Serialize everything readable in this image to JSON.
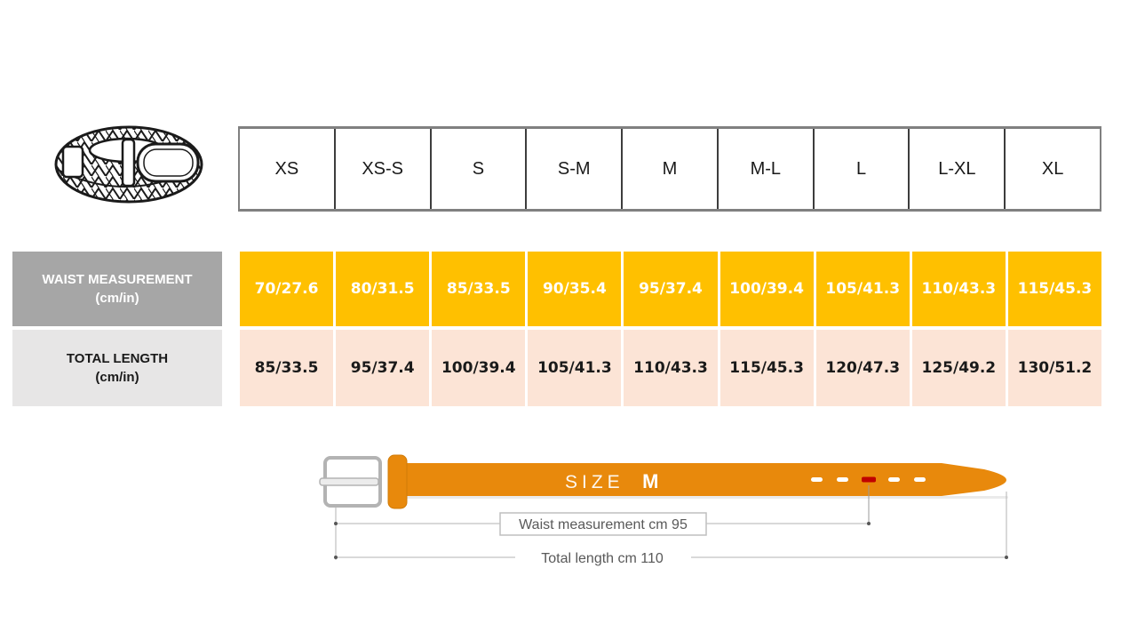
{
  "colors": {
    "waist_row_yellow": "#FFC000",
    "total_row_peach": "#FCE4D6",
    "waist_label_gray": "#A6A6A6",
    "total_label_light_gray": "#E7E6E6",
    "belt_orange": "#E8890C",
    "center_hole_red": "#C00000"
  },
  "chart_data": {
    "type": "table",
    "title": "",
    "columns": [
      "XS",
      "XS-S",
      "S",
      "S-M",
      "M",
      "M-L",
      "L",
      "L-XL",
      "XL"
    ],
    "rows": [
      {
        "label": "WAIST MEASUREMENT",
        "unit": "(cm/in)",
        "values": [
          "70/27.6",
          "80/31.5",
          "85/33.5",
          "90/35.4",
          "95/37.4",
          "100/39.4",
          "105/41.3",
          "110/43.3",
          "115/45.3"
        ]
      },
      {
        "label": "TOTAL LENGTH",
        "unit": "(cm/in)",
        "values": [
          "85/33.5",
          "95/37.4",
          "100/39.4",
          "105/41.3",
          "110/43.3",
          "115/45.3",
          "120/47.3",
          "125/49.2",
          "130/51.2"
        ]
      }
    ]
  },
  "diagram": {
    "size_word": "SIZE",
    "size_value": "M",
    "waist_note": "Waist measurement cm 95",
    "total_note": "Total length cm 110"
  },
  "icons": {
    "belt_icon": "braided-belt-illustration"
  }
}
